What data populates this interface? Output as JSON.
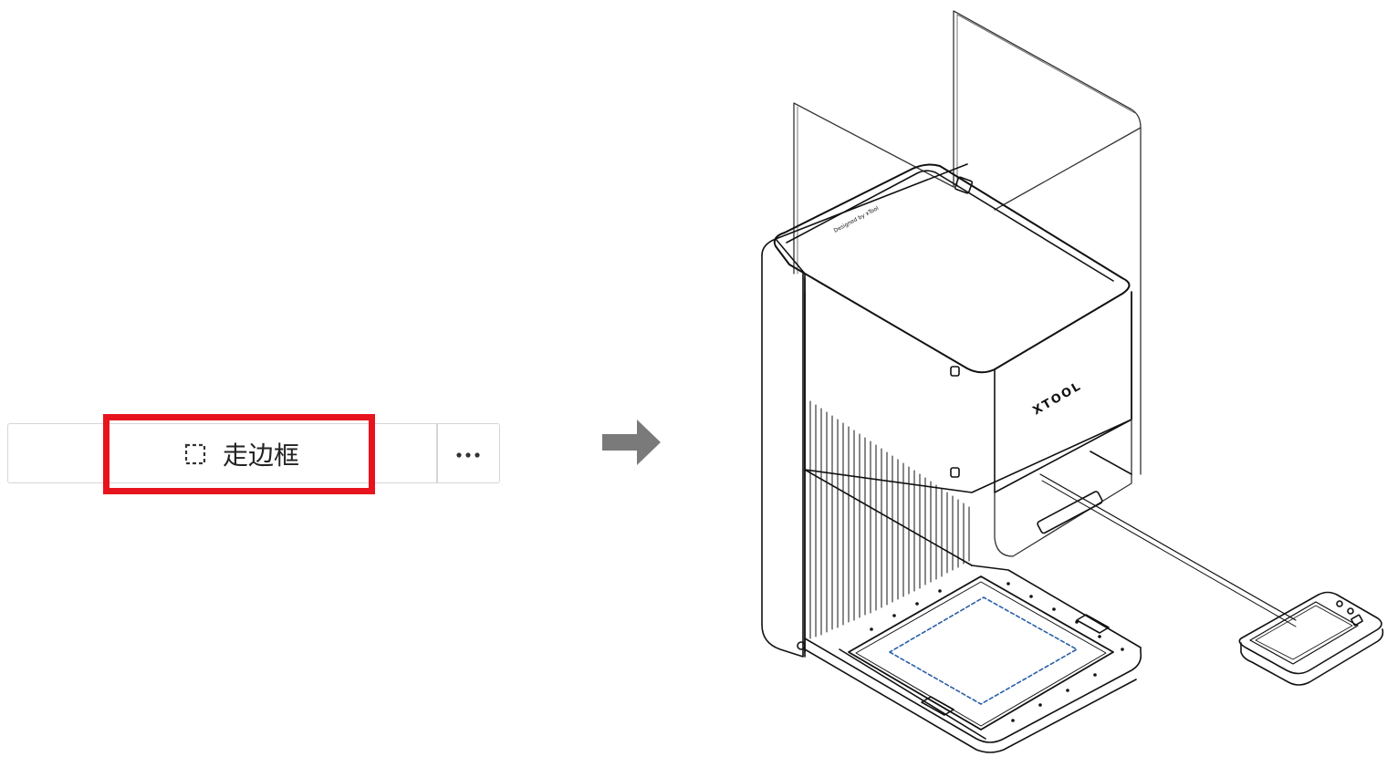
{
  "toolbar": {
    "framing_label": "走边框",
    "framing_icon": "dashed-frame-icon",
    "more_icon": "ellipsis-icon"
  },
  "highlight": {
    "color": "#e8141d"
  },
  "arrow": {
    "icon": "arrow-right-icon",
    "color": "#7a7a7a"
  },
  "illustration": {
    "brand_text": "XTOOL",
    "lid_text": "Designed by xTool",
    "frame_preview_color": "#2a5fa8"
  }
}
